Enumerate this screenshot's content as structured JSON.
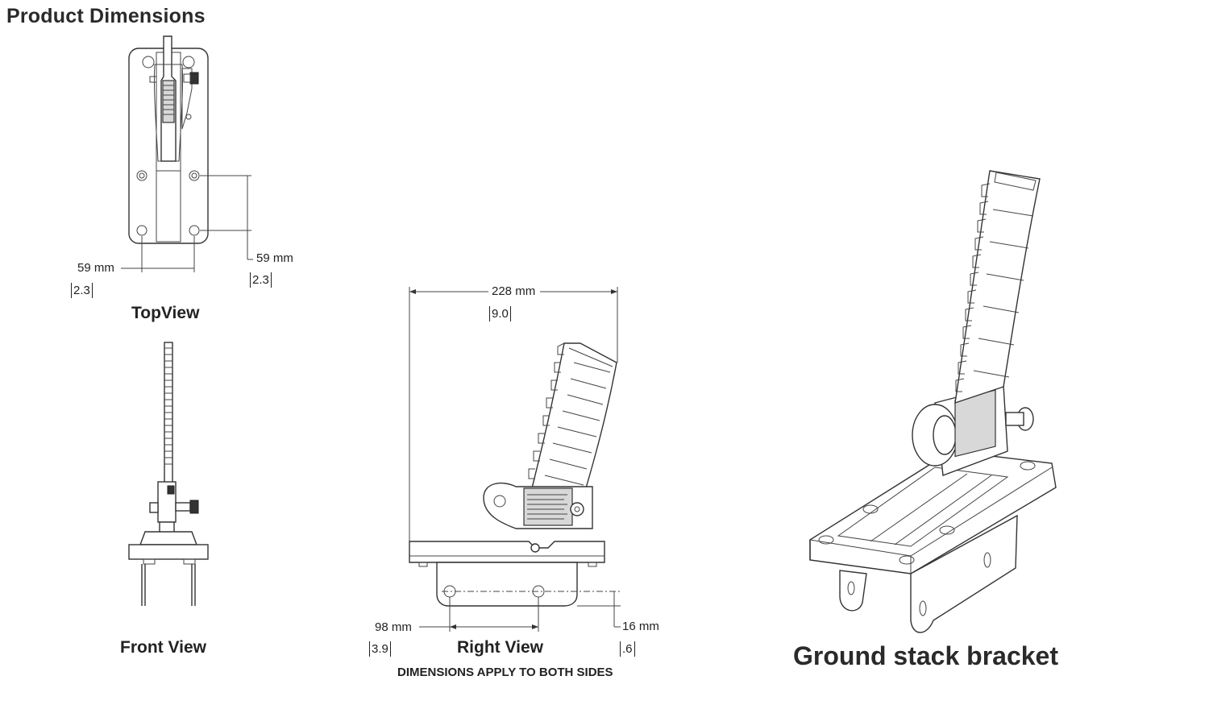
{
  "page_title": "Product Dimensions",
  "top_view": {
    "label": "TopView",
    "width_mm": "59 mm",
    "width_in": "2.3",
    "height_mm": "59 mm",
    "height_in": "2.3"
  },
  "front_view": {
    "label": "Front View"
  },
  "right_view": {
    "label": "Right View",
    "overall_mm": "228 mm",
    "overall_in": "9.0",
    "hole_spacing_mm": "98 mm",
    "hole_spacing_in": "3.9",
    "hole_offset_mm": "16 mm",
    "hole_offset_in": ".6",
    "note": "DIMENSIONS APPLY TO BOTH SIDES"
  },
  "iso_view": {
    "caption": "Ground stack bracket"
  }
}
